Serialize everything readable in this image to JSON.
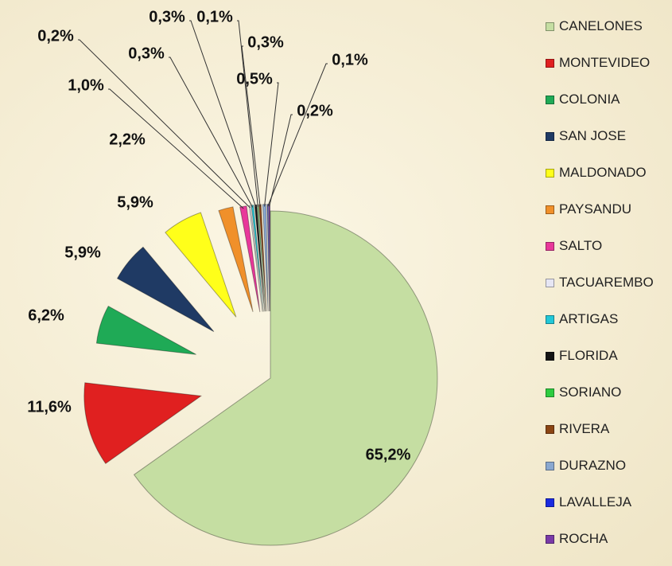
{
  "chart_data": {
    "type": "pie",
    "title": "",
    "legend_position": "right",
    "categories": [
      "CANELONES",
      "MONTEVIDEO",
      "COLONIA",
      "SAN JOSE",
      "MALDONADO",
      "PAYSANDU",
      "SALTO",
      "TACUAREMBO",
      "ARTIGAS",
      "FLORIDA",
      "SORIANO",
      "RIVERA",
      "DURAZNO",
      "LAVALLEJA",
      "ROCHA"
    ],
    "values": [
      65.2,
      11.6,
      6.2,
      5.9,
      5.9,
      2.2,
      1.0,
      0.2,
      0.3,
      0.3,
      0.1,
      0.3,
      0.5,
      0.1,
      0.2
    ],
    "labels": [
      "65,2%",
      "11,6%",
      "6,2%",
      "5,9%",
      "5,9%",
      "2,2%",
      "1,0%",
      "0,2%",
      "0,3%",
      "0,3%",
      "0,1%",
      "0,3%",
      "0,5%",
      "0,1%",
      "0,2%"
    ],
    "colors": [
      "#c5dea2",
      "#e02020",
      "#1faa56",
      "#1f3a64",
      "#ffff1a",
      "#f0902a",
      "#e8389a",
      "#e6e6f4",
      "#22c8d8",
      "#141414",
      "#2ecc40",
      "#8b4513",
      "#8aa8d0",
      "#1a2ae0",
      "#7a3aa8"
    ]
  }
}
